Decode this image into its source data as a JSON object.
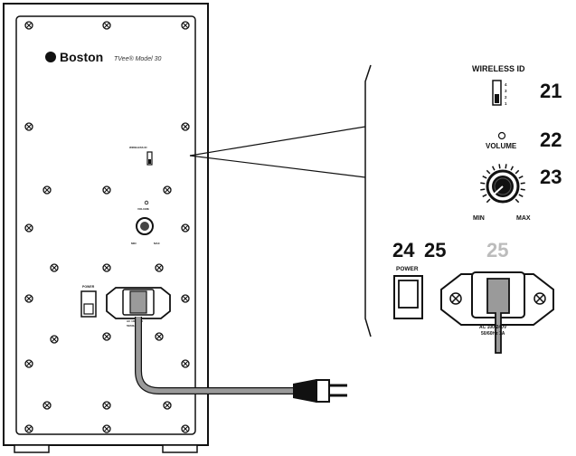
{
  "brand": {
    "name": "Boston",
    "model": "TVee® Model 30"
  },
  "callouts": {
    "wireless_id_label": "WIRELESS ID",
    "wireless_id_number": "21",
    "volume_label": "VOLUME",
    "volume_indicator_number": "22",
    "volume_knob_number": "23",
    "min_label": "MIN",
    "max_label": "MAX",
    "power_number": "24",
    "power_number_b": "25",
    "power_label": "POWER",
    "ac_inlet_number": "25",
    "ac_inlet_line1": "AC 100-240V",
    "ac_inlet_line2": "50/60Hz 1A",
    "switch_positions": [
      "4",
      "3",
      "2",
      "1"
    ]
  },
  "small_panel": {
    "wireless_id_label": "WIRELESS ID",
    "volume_label": "VOLUME",
    "min_label": "MIN",
    "max_label": "MAX",
    "power_label": "POWER",
    "ac_line1": "AC 100-240V",
    "ac_line2": "50/60Hz 1A"
  },
  "colors": {
    "line": "#111111",
    "cable": "#9a9a9a",
    "faint_number": "#bcbcbc",
    "panel": "#ffffff"
  }
}
